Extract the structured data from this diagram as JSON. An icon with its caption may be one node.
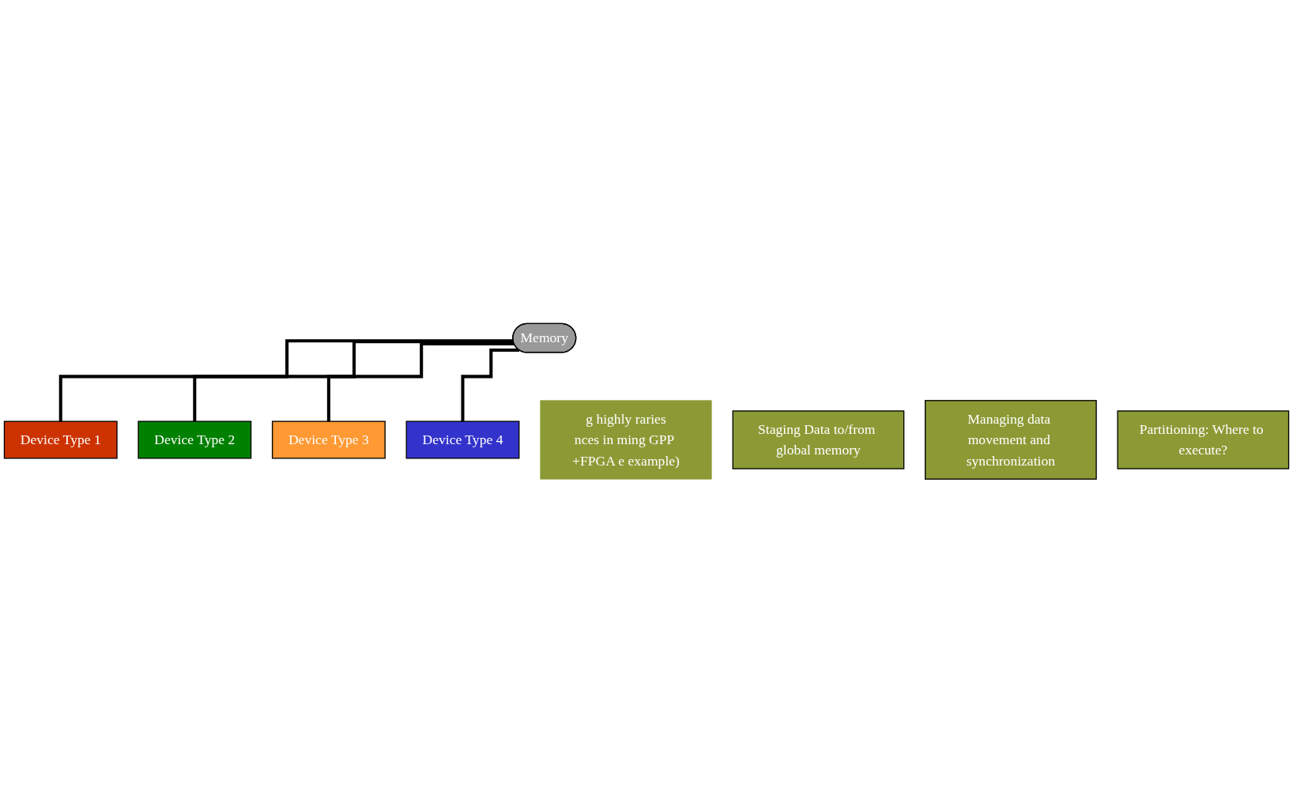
{
  "diagram": {
    "nodes": [
      {
        "text": [
          "g highly raries",
          "nces in ming GPP +FPGA e example)"
        ]
      },
      {
        "text": [
          "Memory"
        ]
      },
      {
        "text": [
          "Staging Data to/from global memory"
        ]
      },
      {
        "text": [
          "Managing data movement and synchronization"
        ]
      },
      {
        "text": [
          "Device Type 1"
        ]
      },
      {
        "text": [
          "Device Type 2"
        ]
      },
      {
        "text": [
          "Device Type 3"
        ]
      },
      {
        "text": [
          "Device Type 4"
        ]
      },
      {
        "text": [
          "Partitioning: Where to execute?"
        ]
      }
    ],
    "edges": [
      {
        "from": 1,
        "to": 4,
        "arrow": "none"
      },
      {
        "from": 1,
        "to": 5,
        "arrow": "none"
      },
      {
        "from": 1,
        "to": 6,
        "arrow": "none"
      },
      {
        "from": 1,
        "to": 7,
        "arrow": "none"
      }
    ]
  }
}
